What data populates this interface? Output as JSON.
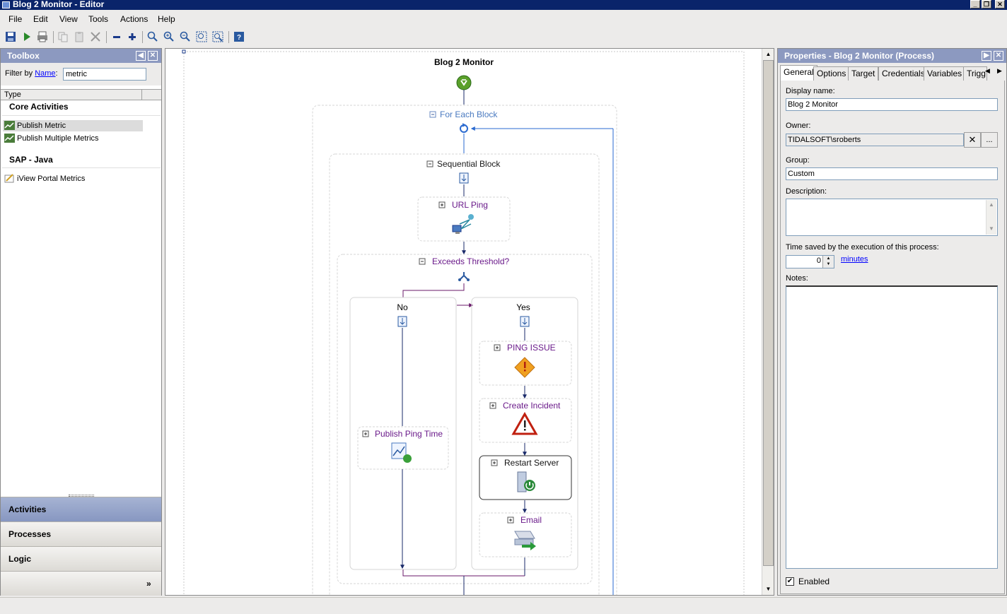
{
  "window": {
    "title": "Blog 2 Monitor - Editor"
  },
  "menu": [
    "File",
    "Edit",
    "View",
    "Tools",
    "Actions",
    "Help"
  ],
  "toolbox": {
    "title": "Toolbox",
    "filter_label_prefix": "Filter by ",
    "filter_link": "Name",
    "filter_label_suffix": ":",
    "filter_value": "metric",
    "column_header": "Type",
    "categories": [
      {
        "name": "Core Activities",
        "items": [
          "Publish Metric",
          "Publish Multiple Metrics"
        ]
      },
      {
        "name": "SAP - Java",
        "items": [
          "iView Portal Metrics"
        ]
      }
    ],
    "nav": [
      "Activities",
      "Processes",
      "Logic"
    ],
    "more_glyph": "»"
  },
  "workflow": {
    "title": "Blog 2 Monitor",
    "for_each": "For Each Block",
    "sequential": "Sequential Block",
    "url_ping": "URL Ping",
    "threshold": "Exceeds Threshold?",
    "branch_no": "No",
    "branch_yes": "Yes",
    "publish_ping": "Publish Ping Time",
    "ping_issue": "PING ISSUE",
    "create_incident": "Create Incident",
    "restart_server": "Restart Server",
    "email": "Email"
  },
  "properties": {
    "title": "Properties - Blog 2 Monitor (Process)",
    "tabs": [
      "General",
      "Options",
      "Target",
      "Credentials",
      "Variables",
      "Trigg"
    ],
    "display_name_label": "Display name:",
    "display_name": "Blog 2 Monitor",
    "owner_label": "Owner:",
    "owner": "TIDALSOFT\\sroberts",
    "owner_browse": "...",
    "group_label": "Group:",
    "group": "Custom",
    "description_label": "Description:",
    "description": "",
    "time_saved_label": "Time saved by the execution of this process:",
    "time_saved_value": "0",
    "time_saved_unit": "minutes",
    "notes_label": "Notes:",
    "notes": "",
    "enabled_label": "Enabled",
    "enabled": true
  }
}
